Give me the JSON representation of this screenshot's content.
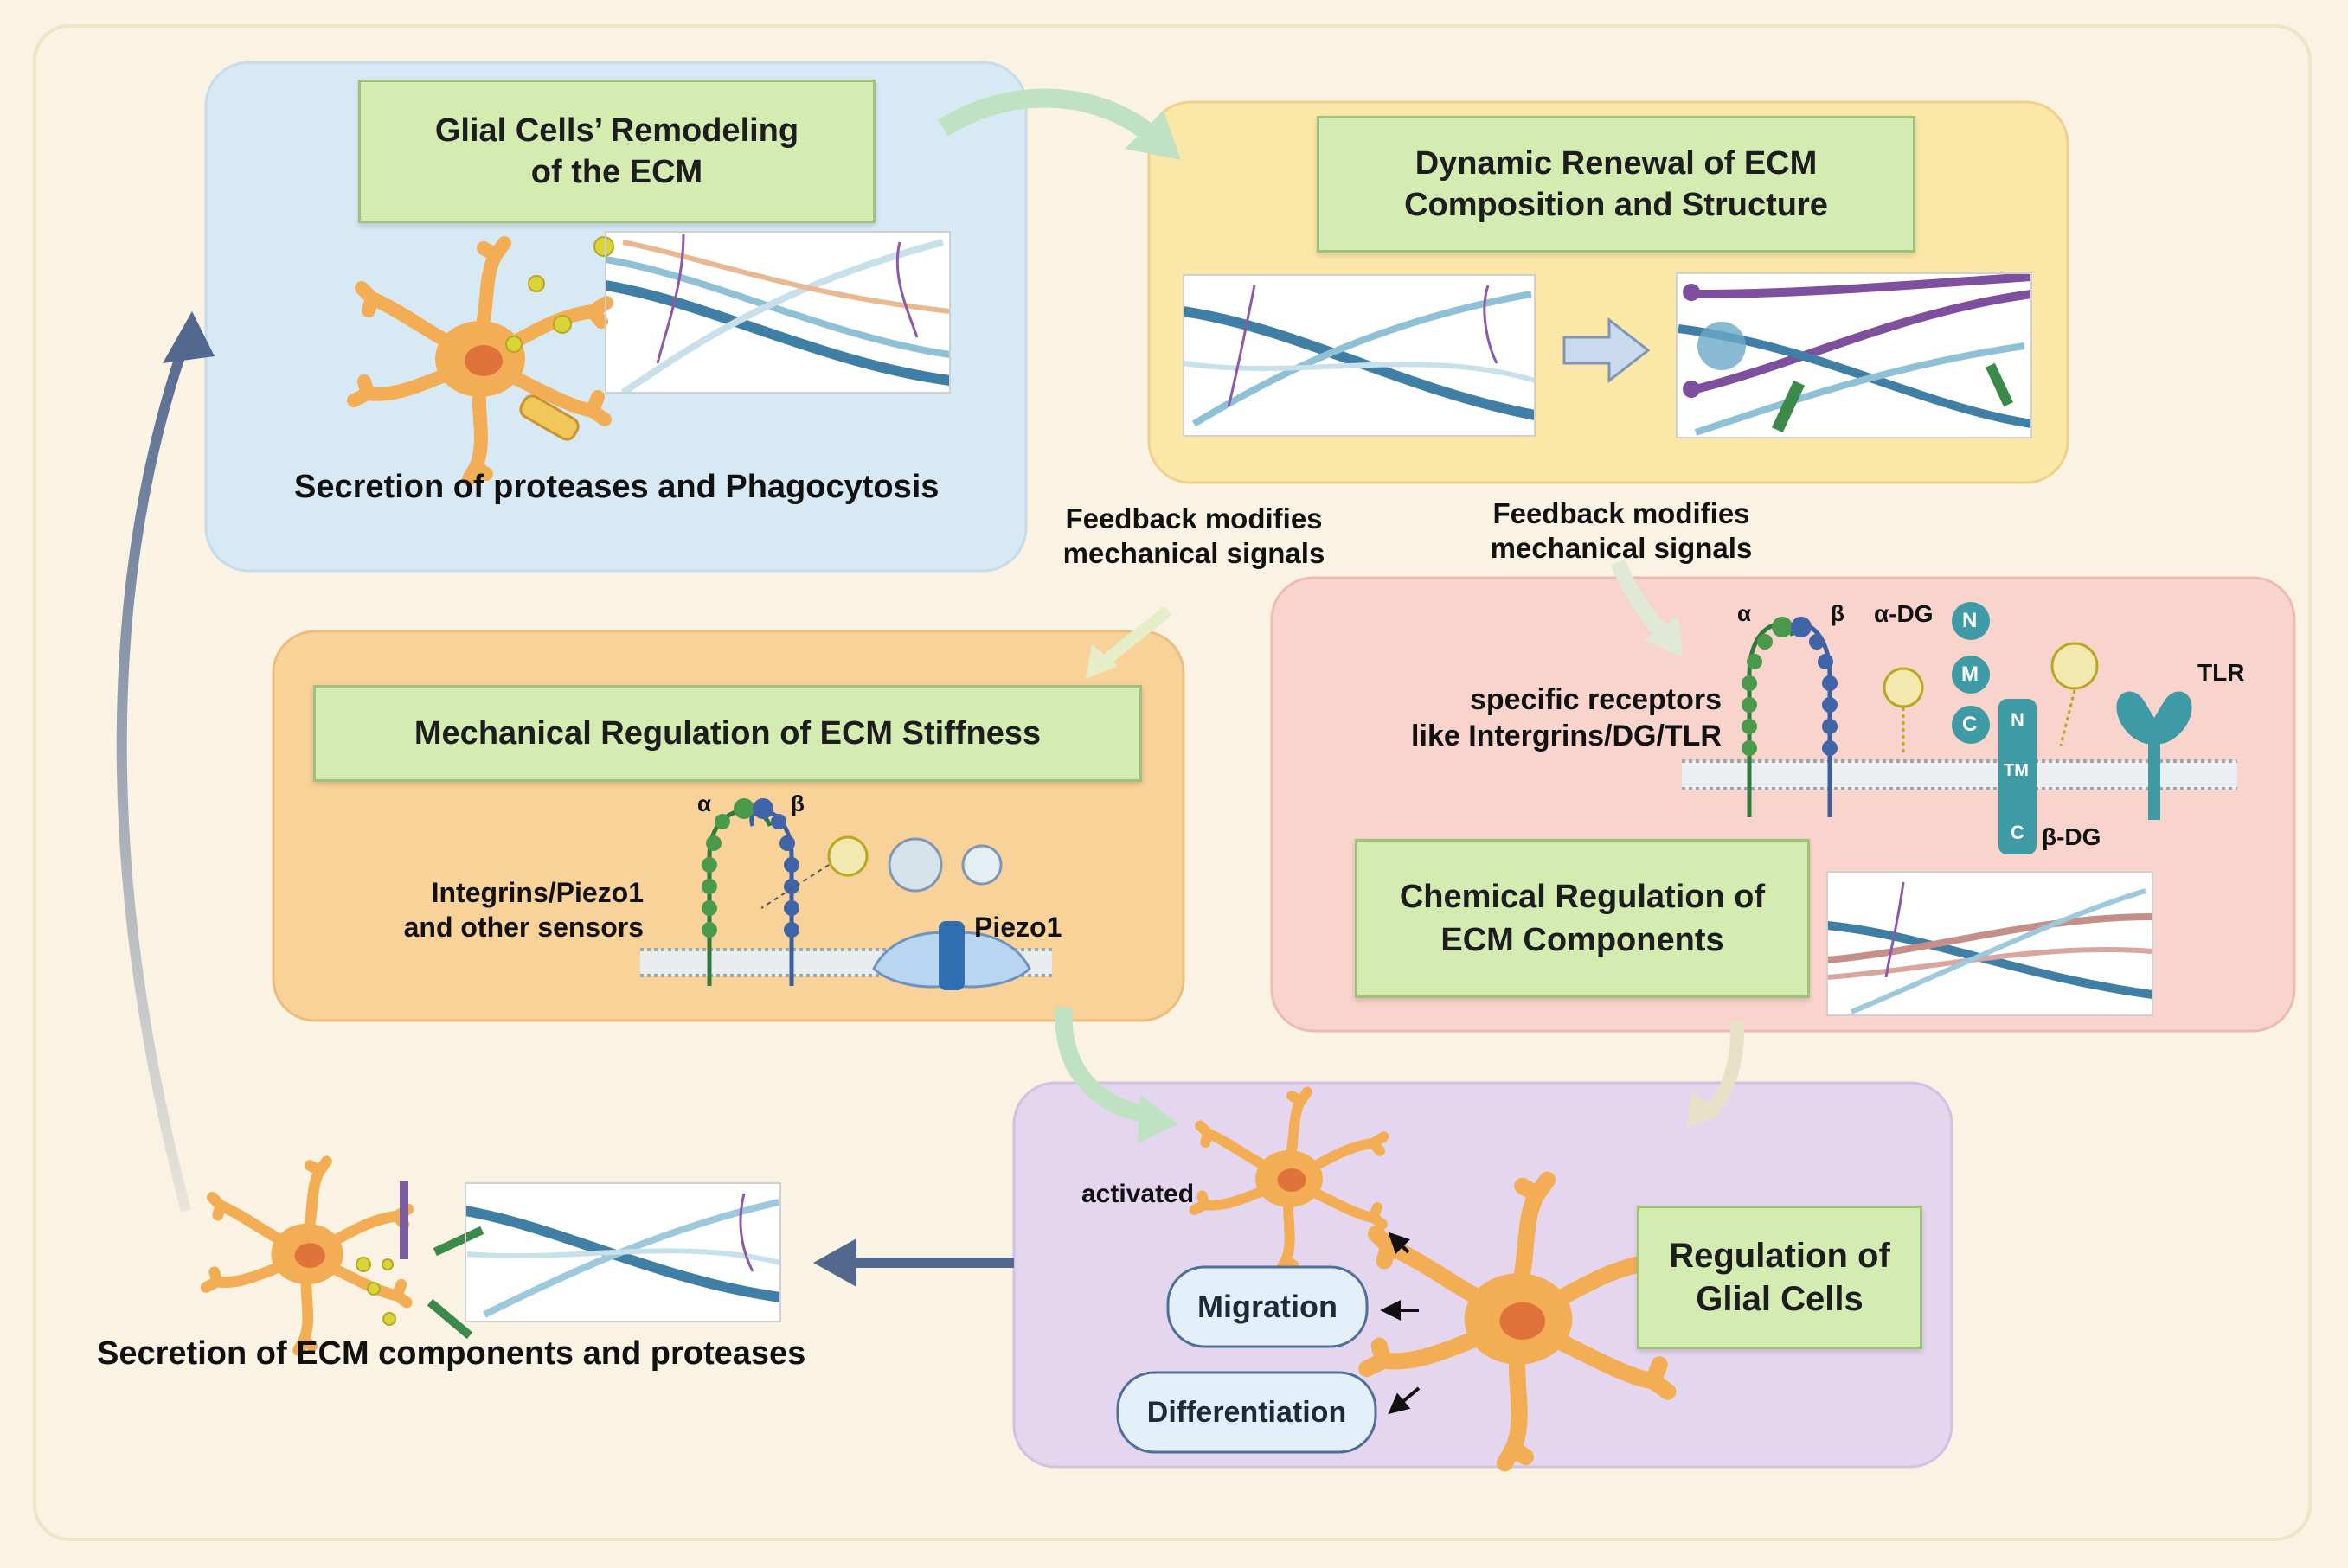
{
  "panels": {
    "glial_remodeling": {
      "title": "Glial Cells’ Remodeling\nof the ECM",
      "caption": "Secretion of proteases and Phagocytosis"
    },
    "dynamic_renewal": {
      "title": "Dynamic Renewal of ECM\nComposition and Structure"
    },
    "mechanical_regulation": {
      "title": "Mechanical Regulation of ECM Stiffness",
      "sensors_label": "Integrins/Piezo1\nand other sensors",
      "piezo_label": "Piezo1",
      "alpha": "α",
      "beta": "β"
    },
    "chemical_regulation": {
      "title": "Chemical Regulation of\nECM Components",
      "receptors_label": "specific receptors\nlike Intergrins/DG/TLR",
      "alpha": "α",
      "beta": "β",
      "alpha_dg": "α-DG",
      "beta_dg": "β-DG",
      "tlr": "TLR",
      "dg_n1": "N",
      "dg_m": "M",
      "dg_c1": "C",
      "dg_n2": "N",
      "dg_tm": "TM",
      "dg_c2": "C"
    },
    "glial_regulation": {
      "title": "Regulation of\nGlial Cells",
      "activated": "activated",
      "migration": "Migration",
      "differentiation": "Differentiation"
    }
  },
  "feedback": {
    "left": "Feedback modifies\nmechanical signals",
    "right": "Feedback modifies\nmechanical signals"
  },
  "secretion_caption": "Secretion of ECM components and  proteases",
  "colors": {
    "background": "#faf3e3",
    "blue_panel": "#d7e9f5",
    "yellow_panel": "#fbe7a8",
    "orange_panel": "#f9d29a",
    "pink_panel": "#f8d4cc",
    "purple_panel": "#e5d6ef",
    "title_green": "#d4ebb2",
    "glial_cell": "#f3ae55",
    "main_arrow": "#53688f"
  }
}
